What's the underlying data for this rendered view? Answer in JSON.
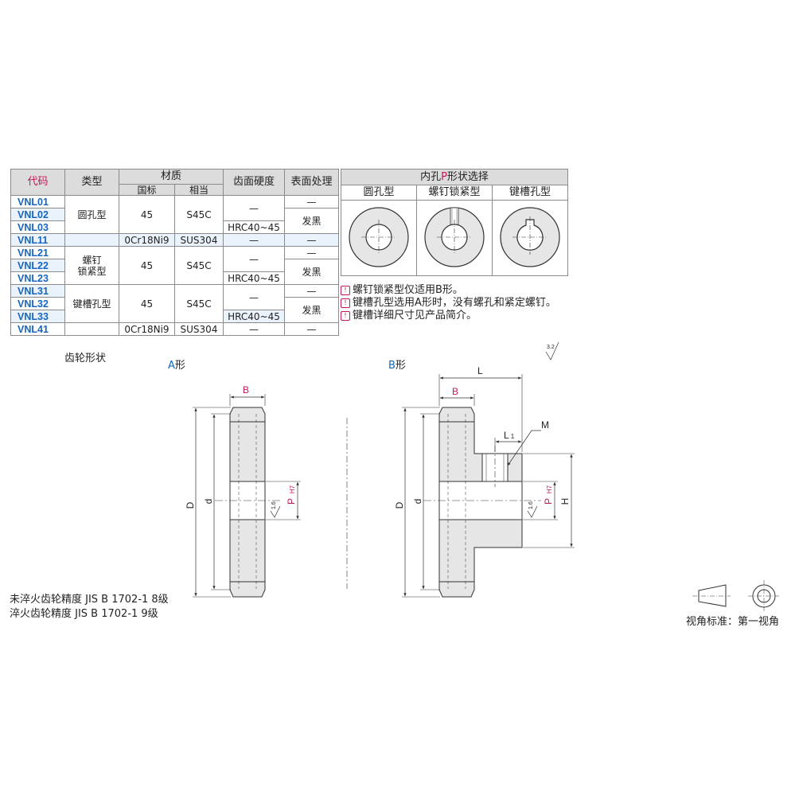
{
  "table": {
    "headers": {
      "code": "代码",
      "type": "类型",
      "material": "材质",
      "material_std": "国标",
      "material_eq": "相当",
      "hardness": "齿面硬度",
      "surface": "表面处理"
    },
    "codes": [
      "VNL01",
      "VNL02",
      "VNL03",
      "VNL11",
      "VNL21",
      "VNL22",
      "VNL23",
      "VNL31",
      "VNL32",
      "VNL33",
      "VNL41"
    ],
    "types": {
      "round": "圆孔型",
      "screw_line1": "螺钉",
      "screw_line2": "锁紧型",
      "keyway": "键槽孔型"
    },
    "values": {
      "mat45": "45",
      "s45c": "S45C",
      "ss_std": "0Cr18Ni9",
      "ss_eq": "SUS304",
      "hrc": "HRC40~45",
      "dash": "—",
      "black": "发黑"
    }
  },
  "bore_panel": {
    "title_pre": "内孔",
    "title_p": "P",
    "title_post": "形状选择",
    "columns": [
      "圆孔型",
      "螺钉锁紧型",
      "键槽孔型"
    ]
  },
  "notes": [
    "螺钉锁紧型仅适用B形。",
    "键槽孔型选用A形时，没有螺孔和紧定螺钉。",
    "键槽详细尺寸见产品简介。"
  ],
  "note_mark": "!",
  "gear_shape_label": "齿轮形状",
  "shape_a": {
    "letter": "A",
    "suffix": "形"
  },
  "shape_b": {
    "letter": "B",
    "suffix": "形"
  },
  "dims": {
    "B": "B",
    "D": "D",
    "d": "d",
    "P": "P",
    "H7": "H7",
    "L": "L",
    "L1": "L",
    "L1_sub": "1",
    "M": "M",
    "H": "H",
    "rough16": "1.6",
    "rough32": "3.2"
  },
  "accuracy": [
    "未淬火齿轮精度 JIS B 1702-1 8级",
    "淬火齿轮精度 JIS B 1702-1 9级"
  ],
  "projection_label": "视角标准：第一视角",
  "colors": {
    "code_blue": "#1565c0",
    "accent_magenta": "#c2185b",
    "header_gray": "#dcdcdc",
    "row_blue": "#eaf3fb",
    "part_gray": "#e6e6e6"
  }
}
